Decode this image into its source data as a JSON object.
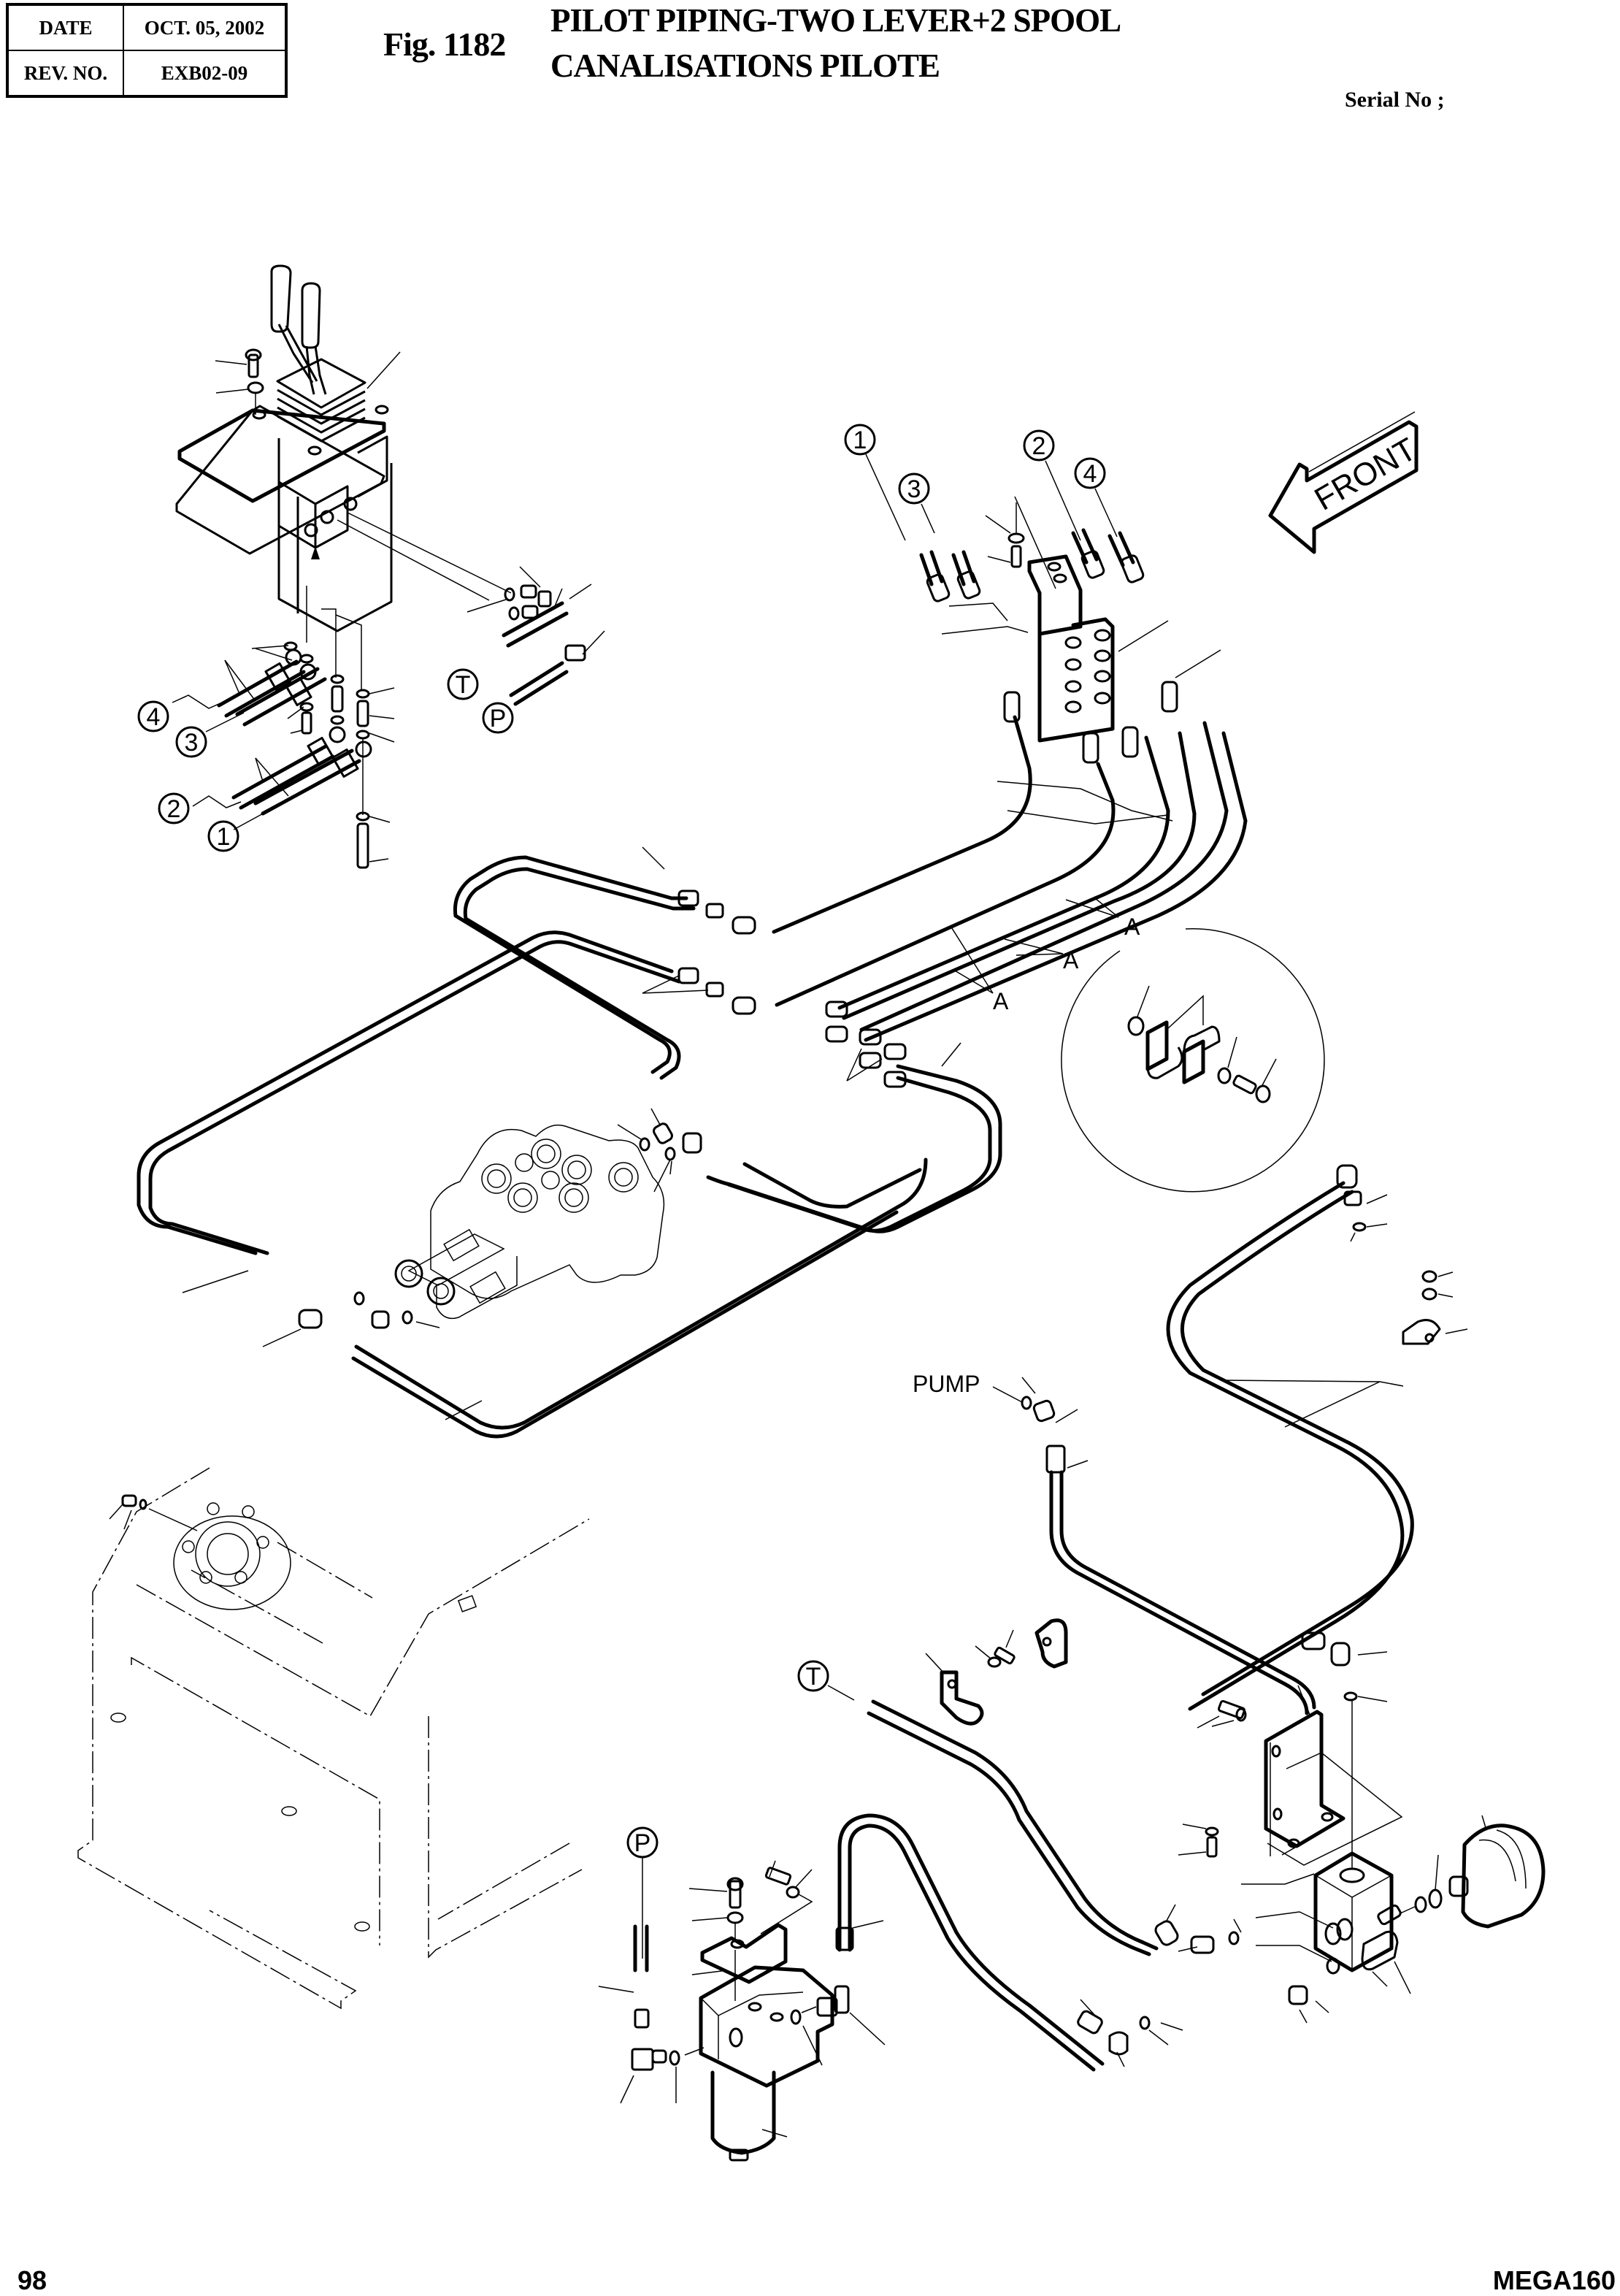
{
  "header": {
    "date_label": "DATE",
    "date_value": "OCT. 05, 2002",
    "rev_label": "REV. NO.",
    "rev_value": "EXB02-09",
    "figure_number": "Fig. 1182",
    "title_en": "PILOT PIPING-TWO LEVER+2 SPOOL",
    "title_fr": "CANALISATIONS PILOTE",
    "serial_label": "Serial No ;"
  },
  "footer": {
    "page_number": "98",
    "model": "MEGA160"
  },
  "diagram": {
    "direction_indicator": "FRONT",
    "callouts": {
      "hose_1": "1",
      "hose_2": "2",
      "hose_3": "3",
      "hose_4": "4",
      "tank_port": "T",
      "pressure_port": "P"
    },
    "detail_label": "A",
    "pump_label": "PUMP",
    "components": [
      "two-lever-pilot-joystick",
      "banjo-hoses-1-4",
      "hose-bracket-plate",
      "two-spool-control-valve",
      "hydraulic-tank",
      "pilot-filter",
      "accumulator",
      "pilot-valve-block",
      "clamp-detail-A"
    ]
  }
}
